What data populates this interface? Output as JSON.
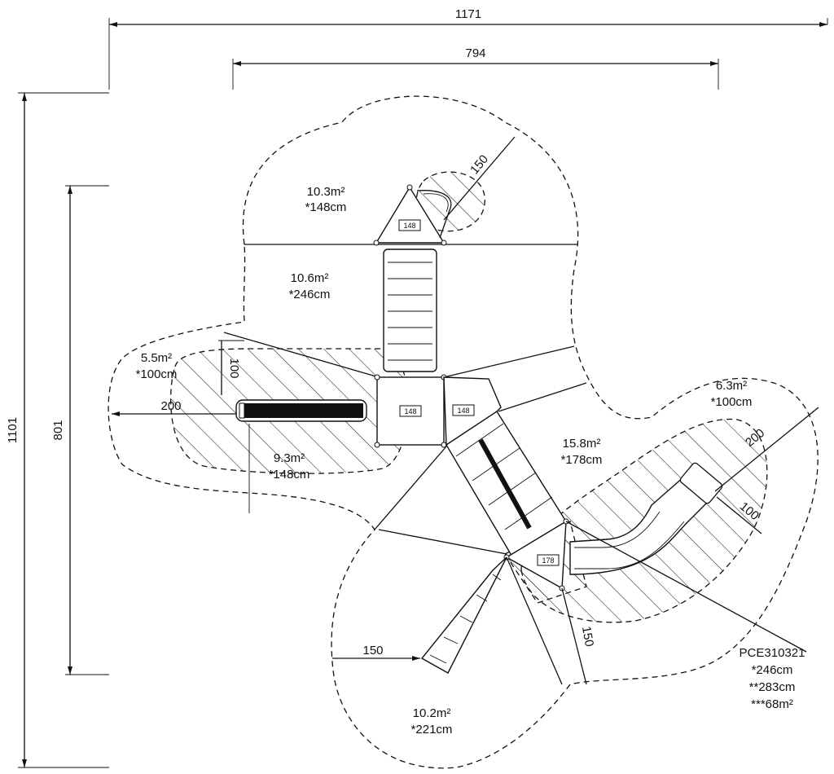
{
  "dimensions": {
    "overall_width": "1171",
    "inner_width": "794",
    "overall_height": "1101",
    "inner_height": "801",
    "slide_clearance_top": "150",
    "bar_clearance_height": "100",
    "bar_clearance_width": "200",
    "slide_clearance_width": "200",
    "slide_clearance_narrow": "100",
    "ladder_clearance_width": "150",
    "slide2_clearance": "150"
  },
  "zones": [
    {
      "area": "10.3m²",
      "height": "*148cm"
    },
    {
      "area": "10.6m²",
      "height": "*246cm"
    },
    {
      "area": "5.5m²",
      "height": "*100cm"
    },
    {
      "area": "9.3m²",
      "height": "*148cm"
    },
    {
      "area": "15.8m²",
      "height": "*178cm"
    },
    {
      "area": "6.3m²",
      "height": "*100cm"
    },
    {
      "area": "10.2m²",
      "height": "*221cm"
    }
  ],
  "platforms": [
    "148",
    "148",
    "148",
    "178"
  ],
  "product": {
    "code": "PCE310321",
    "height1": "*246cm",
    "height2": "**283cm",
    "area": "***68m²"
  }
}
